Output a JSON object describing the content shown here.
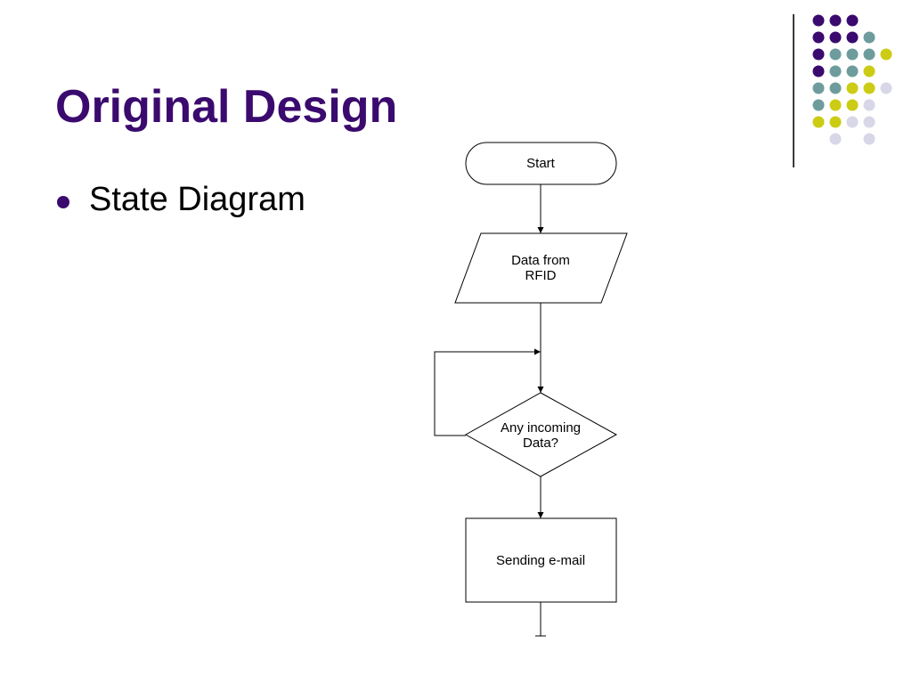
{
  "slide": {
    "title": "Original Design",
    "bullets": [
      "State Diagram"
    ]
  },
  "theme": {
    "title_color": "#3b0a6e",
    "bullet_color": "#3b0a6e",
    "dot_colors": {
      "purple": "#3b0a6e",
      "teal": "#6e9c9c",
      "yellow": "#cccc14",
      "lavender": "#d7d7e8"
    }
  },
  "decoration": {
    "dot_grid_rows": [
      [
        null,
        "purple",
        "purple",
        "purple",
        null
      ],
      [
        null,
        "purple",
        "purple",
        "purple",
        "teal"
      ],
      [
        null,
        "purple",
        "teal",
        "teal",
        "teal",
        "yellow"
      ],
      [
        null,
        "purple",
        "teal",
        "teal",
        "yellow",
        null
      ],
      [
        null,
        "teal",
        "teal",
        "yellow",
        "yellow",
        "lavender"
      ],
      [
        null,
        "teal",
        "yellow",
        "yellow",
        "lavender",
        null
      ],
      [
        null,
        "yellow",
        "yellow",
        "lavender",
        "lavender",
        null
      ],
      [
        null,
        null,
        "lavender",
        null,
        "lavender",
        null
      ]
    ]
  },
  "flowchart": {
    "start": "Start",
    "input_line1": "Data from",
    "input_line2": "RFID",
    "decision_line1": "Any incoming",
    "decision_line2": "Data?",
    "process": "Sending e-mail"
  }
}
